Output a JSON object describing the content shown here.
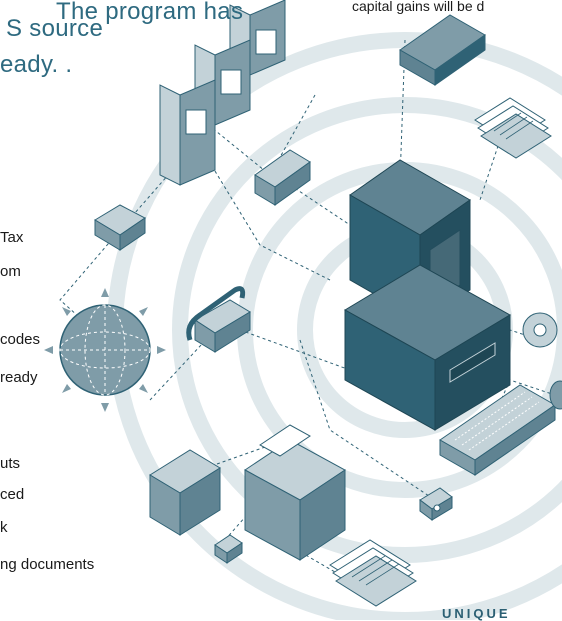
{
  "headline": {
    "line1": "The  program  has",
    "line2": "S source",
    "line3": "eady. ."
  },
  "caption_top": "capital gains will be d",
  "features": [
    "Tax",
    "om",
    "codes",
    "ready",
    "uts",
    "ced",
    "k",
    "ng documents"
  ],
  "footer_brand": "UNIQUE",
  "colors": {
    "teal_dark": "#2f6275",
    "teal_mid": "#7f9ca8",
    "teal_light": "#c3d2d8",
    "ring": "#d9e3e7",
    "headline": "#2e6a80"
  },
  "icons": [
    "server-rack-icon",
    "modem-icon",
    "globe-icon",
    "telephone-icon",
    "computer-tower-icon",
    "cd-icon",
    "keyboard-icon",
    "mouse-icon",
    "printer-icon",
    "fax-icon",
    "document-stack-icon",
    "laptop-icon",
    "floppy-disk-icon",
    "papers-icon"
  ]
}
